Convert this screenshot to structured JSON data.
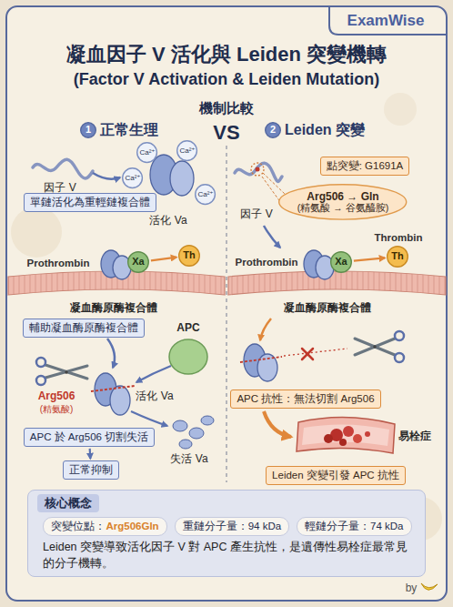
{
  "diagram": {
    "title": "凝血因子 V 活化與 Leiden 突變機轉",
    "nodes": [
      {
        "text": [
          "1"
        ]
      },
      {
        "text": [
          "2"
        ]
      },
      {
        "text": [
          "Ca²⁺"
        ]
      },
      {
        "text": [
          "Ca²⁺"
        ]
      },
      {
        "text": [
          "Ca²⁺"
        ]
      },
      {
        "text": [
          "Ca²⁺"
        ]
      },
      {
        "text": [
          "單鏈活化為重輕鏈複合體"
        ]
      },
      {
        "text": [
          "Xa"
        ]
      },
      {
        "text": [
          "Th"
        ]
      },
      {
        "text": [
          "輔助凝血酶原酶複合體"
        ]
      },
      {
        "text": [
          "APC 於 Arg506 切割失活"
        ]
      },
      {
        "text": [
          "正常抑制"
        ]
      },
      {
        "text": [
          "點突變: G1691A"
        ]
      },
      {
        "text": [
          "Arg506 → Gln",
          "(精氨酸 → 谷氨醯胺)"
        ]
      },
      {
        "text": [
          "Xa"
        ]
      },
      {
        "text": [
          "Th"
        ]
      },
      {
        "text": [
          "APC 抗性：無法切割 Arg506"
        ]
      },
      {
        "text": [
          "Leiden 突變引發 APC 抗性"
        ]
      },
      {
        "text": [
          "核心概念",
          "Leiden 突變導致活化因子 V 對 APC 產生抗性，是遺傳性易栓症最常見的分子機轉。"
        ]
      },
      {
        "text": [
          "突變位點：",
          "Arg506Gln"
        ],
        "in": 18
      },
      {
        "text": [
          "重鏈分子量：94 kDa"
        ],
        "in": 18
      },
      {
        "text": [
          "輕鏈分子量：74 kDa"
        ],
        "in": 18
      }
    ],
    "edges": [
      {
        "from": 7,
        "to": 8,
        "arrow": "to"
      },
      {
        "from": 10,
        "to": 11,
        "arrow": "to"
      },
      {
        "from": 14,
        "to": 15,
        "arrow": "to"
      }
    ],
    "labels": [
      "ExamWise",
      "(Factor V Activation & Leiden Mutation)",
      "機制比較",
      "正常生理",
      "VS",
      "Leiden 突變",
      "因子 V",
      "活化 Va",
      "Prothrombin",
      "凝血酶原酶複合體",
      "APC",
      "Arg506",
      "(精氨酸)",
      "活化 Va",
      "失活 Va",
      "因子 V",
      "Thrombin",
      "Prothrombin",
      "凝血酶原酶複合體",
      "易栓症",
      "by"
    ]
  }
}
